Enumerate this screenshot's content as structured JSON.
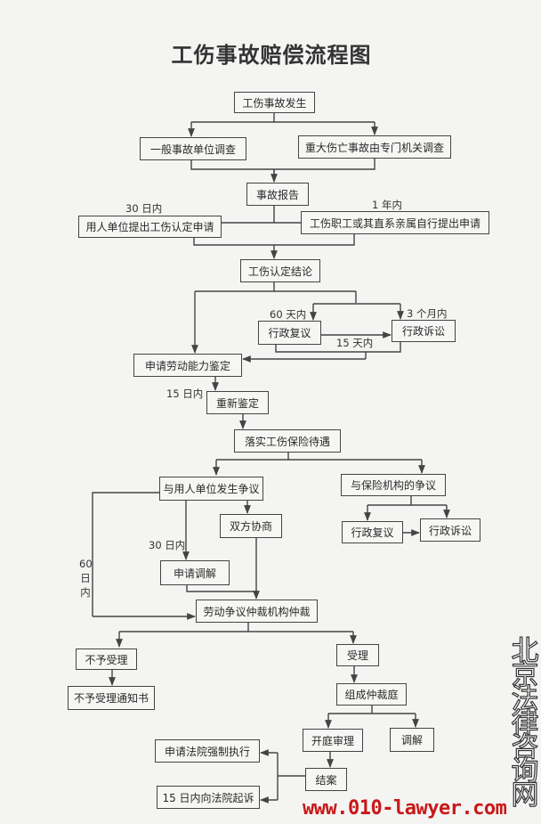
{
  "title": "工伤事故赔偿流程图",
  "nodes": {
    "accident": "工伤事故发生",
    "general_investigation": "一般事故单位调查",
    "major_investigation": "重大伤亡事故由专门机关调查",
    "accident_report": "事故报告",
    "employer_apply": "用人单位提出工伤认定申请",
    "worker_apply": "工伤职工或其直系亲属自行提出申请",
    "determination": "工伤认定结论",
    "admin_review_1": "行政复议",
    "admin_litigation_1": "行政诉讼",
    "ability_assessment": "申请劳动能力鉴定",
    "reassessment": "重新鉴定",
    "insurance_benefits": "落实工伤保险待遇",
    "employer_dispute": "与用人单位发生争议",
    "insurer_dispute": "与保险机构的争议",
    "negotiation": "双方协商",
    "admin_review_2": "行政复议",
    "admin_litigation_2": "行政诉讼",
    "mediation_apply": "申请调解",
    "arbitration": "劳动争议仲裁机构仲裁",
    "not_accepted": "不予受理",
    "not_accepted_notice": "不予受理通知书",
    "accepted": "受理",
    "tribunal": "组成仲裁庭",
    "hearing": "开庭审理",
    "mediation": "调解",
    "enforcement": "申请法院强制执行",
    "case_closed": "结案",
    "sue_in_court": "15 日内向法院起诉"
  },
  "labels": {
    "employer_30days": "30 日内",
    "worker_1year": "1 年内",
    "review_60days": "60 天内",
    "litigation_3months": "3 个月内",
    "review_to_litigation_15days": "15 天内",
    "reassess_15days": "15 日内",
    "mediation_30days": "30 日内",
    "arbitration_60days": "60日内"
  },
  "watermark": {
    "site_name": "北京法律咨询网",
    "url": "www.010-lawyer.com"
  }
}
